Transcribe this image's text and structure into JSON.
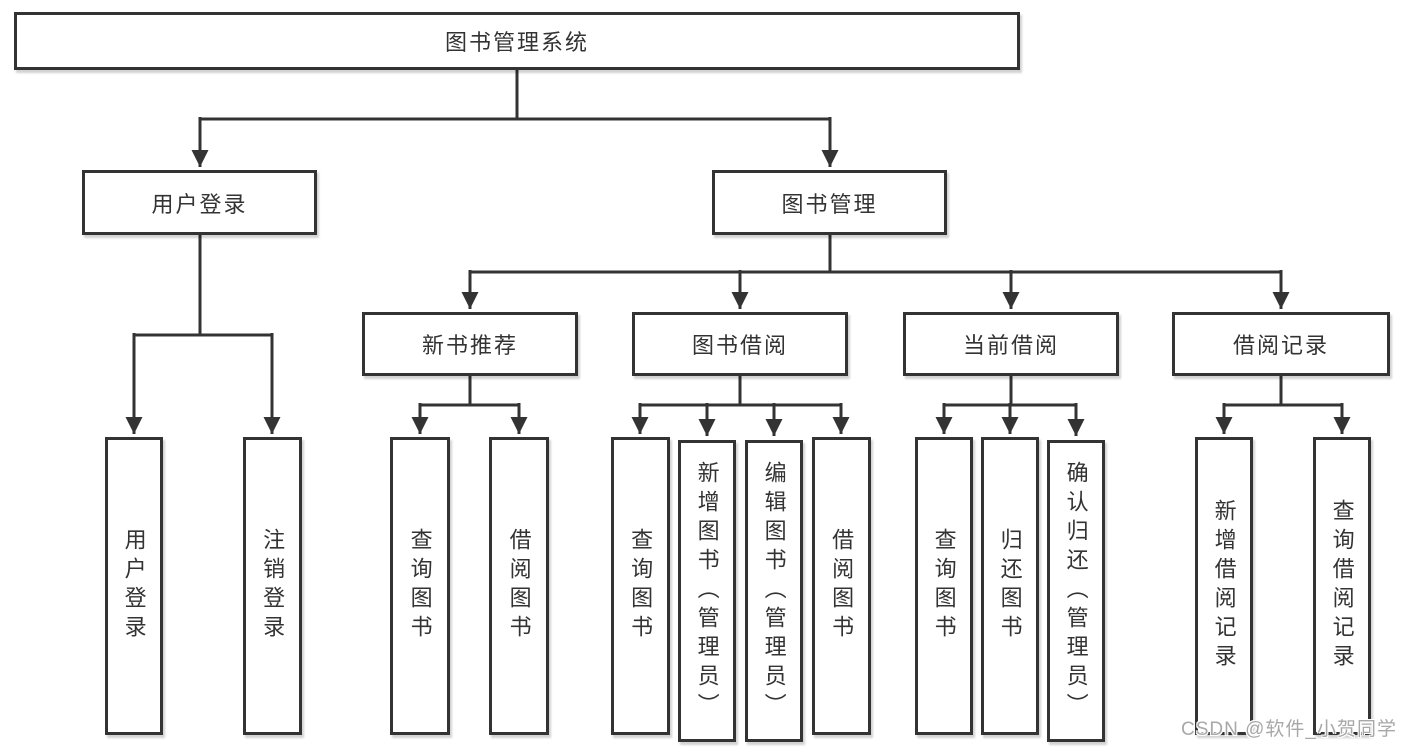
{
  "tree": {
    "root": {
      "label": "图书管理系统"
    },
    "login": {
      "label": "用户登录",
      "children": [
        {
          "label": "用户登录"
        },
        {
          "label": "注销登录"
        }
      ]
    },
    "management": {
      "label": "图书管理",
      "children": [
        {
          "label": "新书推荐",
          "children": [
            {
              "label": "查询图书"
            },
            {
              "label": "借阅图书"
            }
          ]
        },
        {
          "label": "图书借阅",
          "children": [
            {
              "label": "查询图书"
            },
            {
              "label": "新增图书（管理员）"
            },
            {
              "label": "编辑图书（管理员）"
            },
            {
              "label": "借阅图书"
            }
          ]
        },
        {
          "label": "当前借阅",
          "children": [
            {
              "label": "查询图书"
            },
            {
              "label": "归还图书"
            },
            {
              "label": "确认归还（管理员）"
            }
          ]
        },
        {
          "label": "借阅记录",
          "children": [
            {
              "label": "新增借阅记录"
            },
            {
              "label": "查询借阅记录"
            }
          ]
        }
      ]
    }
  },
  "watermark": "CSDN @软件_小贺同学",
  "colors": {
    "line": "#333333",
    "text": "#333333",
    "box_background": "#ffffff",
    "watermark": "#a8a8a8"
  }
}
